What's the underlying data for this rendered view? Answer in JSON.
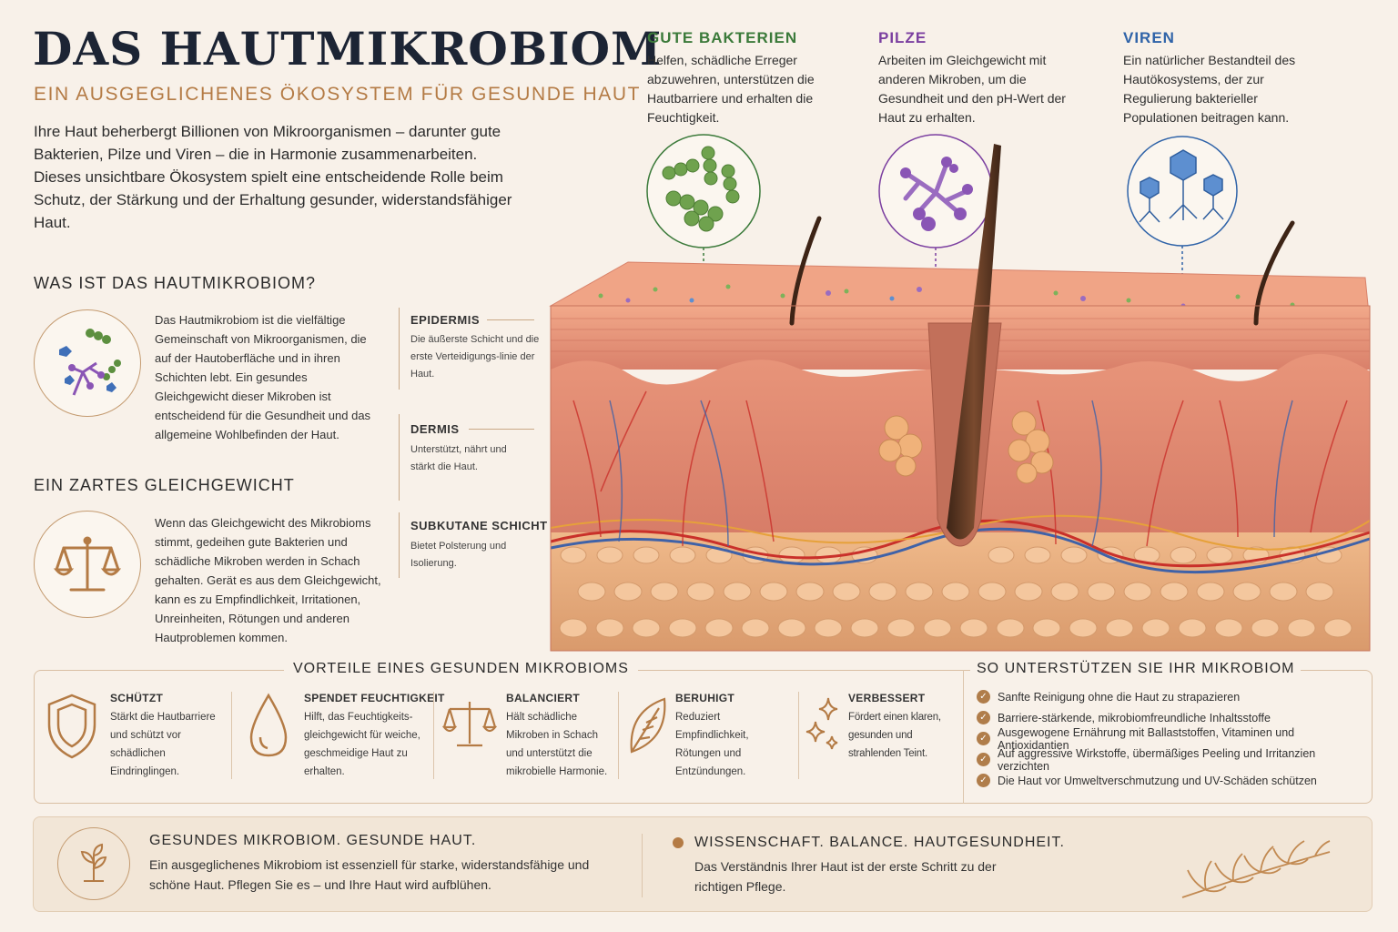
{
  "header": {
    "title": "DAS HAUTMIKROBIOM",
    "subtitle": "EIN AUSGEGLICHENES ÖKOSYSTEM FÜR GESUNDE HAUT",
    "intro": "Ihre Haut beherbergt Billionen von Mikroorganismen – darunter gute Bakterien, Pilze und Viren – die in Harmonie zusammenarbeiten. Dieses unsichtbare Ökosystem spielt eine entscheidende Rolle beim Schutz, der Stärkung und der Erhaltung gesunder, widerstandsfähiger Haut."
  },
  "what_is": {
    "heading": "WAS IST DAS HAUTMIKROBIOM?",
    "text": "Das Hautmikrobiom ist die vielfältige Gemeinschaft von Mikroorganismen, die auf der Hautoberfläche und in ihren Schichten lebt. Ein gesundes Gleichgewicht dieser Mikroben ist entscheidend für die Gesundheit und das allgemeine Wohlbefinden der Haut."
  },
  "balance": {
    "heading": "EIN ZARTES GLEICHGEWICHT",
    "text": "Wenn das Gleichgewicht des Mikrobioms stimmt, gedeihen gute Bakterien und schädliche Mikroben werden in Schach gehalten. Gerät es aus dem Gleichgewicht, kann es zu Empfindlichkeit, Irritationen, Unreinheiten, Rötungen und anderen Hautproblemen kommen."
  },
  "layers": [
    {
      "name": "EPIDERMIS",
      "desc": "Die äußerste Schicht und die erste Verteidigungs-linie der Haut."
    },
    {
      "name": "DERMIS",
      "desc": "Unterstützt, nährt und stärkt die Haut."
    },
    {
      "name": "SUBKUTANE SCHICHT",
      "desc": "Bietet Polsterung und Isolierung."
    }
  ],
  "microbes": [
    {
      "name": "GUTE BAKTERIEN",
      "desc": "Helfen, schädliche Erreger abzuwehren, unterstützen die Hautbarriere und erhalten die Feuchtigkeit.",
      "color": "#3b7a3a"
    },
    {
      "name": "PILZE",
      "desc": "Arbeiten im Gleichgewicht mit anderen Mikroben, um die Gesundheit und den pH-Wert der Haut zu erhalten.",
      "color": "#7b3fa0"
    },
    {
      "name": "VIREN",
      "desc": "Ein natürlicher Bestandteil des Hautökosystems, der zur Regulierung bakterieller Populationen beitragen kann.",
      "color": "#2f63a8"
    }
  ],
  "benefits": {
    "heading": "VORTEILE EINES GESUNDEN MIKROBIOMS",
    "items": [
      {
        "title": "SCHÜTZT",
        "desc": "Stärkt die Hautbarriere und schützt vor schädlichen Eindringlingen.",
        "icon": "shield-icon"
      },
      {
        "title": "SPENDET FEUCHTIGKEIT",
        "desc": "Hilft, das Feuchtigkeits-gleichgewicht für weiche, geschmeidige Haut zu erhalten.",
        "icon": "water-drop-icon"
      },
      {
        "title": "BALANCIERT",
        "desc": "Hält schädliche Mikroben in Schach und unterstützt die mikrobielle Harmonie.",
        "icon": "scale-icon"
      },
      {
        "title": "BERUHIGT",
        "desc": "Reduziert Empfindlichkeit, Rötungen und Entzündungen.",
        "icon": "leaf-icon"
      },
      {
        "title": "VERBESSERT",
        "desc": "Fördert einen klaren, gesunden und strahlenden Teint.",
        "icon": "sparkle-icon"
      }
    ]
  },
  "support": {
    "heading": "SO UNTERSTÜTZEN SIE IHR MIKROBIOM",
    "items": [
      "Sanfte Reinigung ohne die Haut zu strapazieren",
      "Barriere-stärkende, mikrobiomfreundliche Inhaltsstoffe",
      "Ausgewogene Ernährung mit Ballaststoffen, Vitaminen und Antioxidantien",
      "Auf aggressive Wirkstoffe, übermäßiges Peeling und Irritanzien verzichten",
      "Die Haut vor Umweltverschmutzung und UV-Schäden schützen"
    ]
  },
  "footer": {
    "left_title": "GESUNDES MIKROBIOM. GESUNDE HAUT.",
    "left_text": "Ein ausgeglichenes Mikrobiom ist essenziell für starke, widerstandsfähige und schöne Haut. Pflegen Sie es – und Ihre Haut wird aufblühen.",
    "right_title": "WISSENSCHAFT. BALANCE. HAUTGESUNDHEIT.",
    "right_text": "Das Verständnis Ihrer Haut ist der erste Schritt zu der richtigen Pflege."
  },
  "colors": {
    "accent": "#b47b45",
    "title": "#1c2434",
    "background": "#f8f1e9",
    "skin": "#e8957a"
  }
}
